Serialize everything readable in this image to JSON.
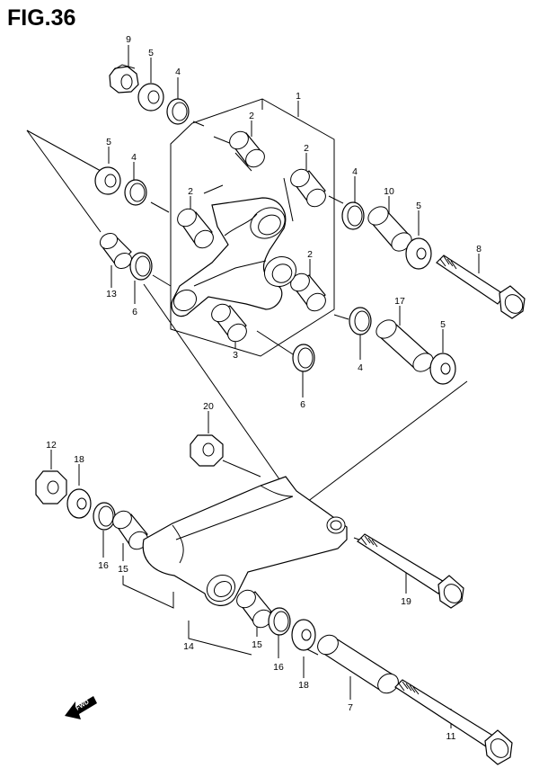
{
  "figure": {
    "title": "FIG.36"
  },
  "fwd_label": "FWD",
  "callouts": [
    {
      "id": "c9",
      "text": "9"
    },
    {
      "id": "c5a",
      "text": "5"
    },
    {
      "id": "c4a",
      "text": "4"
    },
    {
      "id": "c1",
      "text": "1"
    },
    {
      "id": "c2a",
      "text": "2"
    },
    {
      "id": "c5b",
      "text": "5"
    },
    {
      "id": "c4b",
      "text": "4"
    },
    {
      "id": "c2b",
      "text": "2"
    },
    {
      "id": "c2c",
      "text": "2"
    },
    {
      "id": "c4c",
      "text": "4"
    },
    {
      "id": "c10",
      "text": "10"
    },
    {
      "id": "c5c",
      "text": "5"
    },
    {
      "id": "c8",
      "text": "8"
    },
    {
      "id": "c13",
      "text": "13"
    },
    {
      "id": "c6a",
      "text": "6"
    },
    {
      "id": "c2d",
      "text": "2"
    },
    {
      "id": "c17",
      "text": "17"
    },
    {
      "id": "c5d",
      "text": "5"
    },
    {
      "id": "c3",
      "text": "3"
    },
    {
      "id": "c4d",
      "text": "4"
    },
    {
      "id": "c6b",
      "text": "6"
    },
    {
      "id": "c20",
      "text": "20"
    },
    {
      "id": "c12",
      "text": "12"
    },
    {
      "id": "c18a",
      "text": "18"
    },
    {
      "id": "c16a",
      "text": "16"
    },
    {
      "id": "c15a",
      "text": "15"
    },
    {
      "id": "c19",
      "text": "19"
    },
    {
      "id": "c14",
      "text": "14"
    },
    {
      "id": "c15b",
      "text": "15"
    },
    {
      "id": "c16b",
      "text": "16"
    },
    {
      "id": "c18b",
      "text": "18"
    },
    {
      "id": "c7",
      "text": "7"
    },
    {
      "id": "c11",
      "text": "11"
    }
  ]
}
